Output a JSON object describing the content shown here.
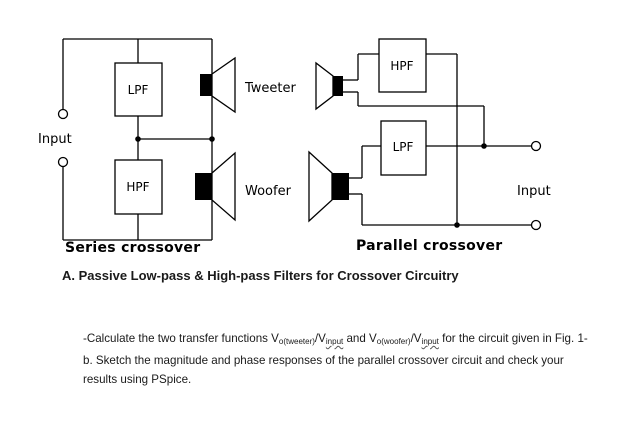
{
  "series": {
    "lpf_label": "LPF",
    "hpf_label": "HPF",
    "tweeter_label": "Tweeter",
    "woofer_label": "Woofer",
    "input_label": "Input",
    "caption": "Series crossover"
  },
  "parallel": {
    "hpf_label": "HPF",
    "lpf_label": "LPF",
    "input_label": "Input",
    "caption": "Parallel crossover"
  },
  "heading": "A.  Passive Low-pass & High-pass Filters for Crossover Circuitry",
  "problem": {
    "t1": "-Calculate the two transfer functions V",
    "s1": "o(tweeter)",
    "t2": "/V",
    "s2": "input",
    "t3": " and V",
    "s3": "o(woofer)",
    "t4": "/V",
    "s4": "input",
    "t5": " for the circuit given in Fig. 1-b. Sketch the magnitude and phase responses of the parallel crossover circuit and check your results using PSpice."
  }
}
